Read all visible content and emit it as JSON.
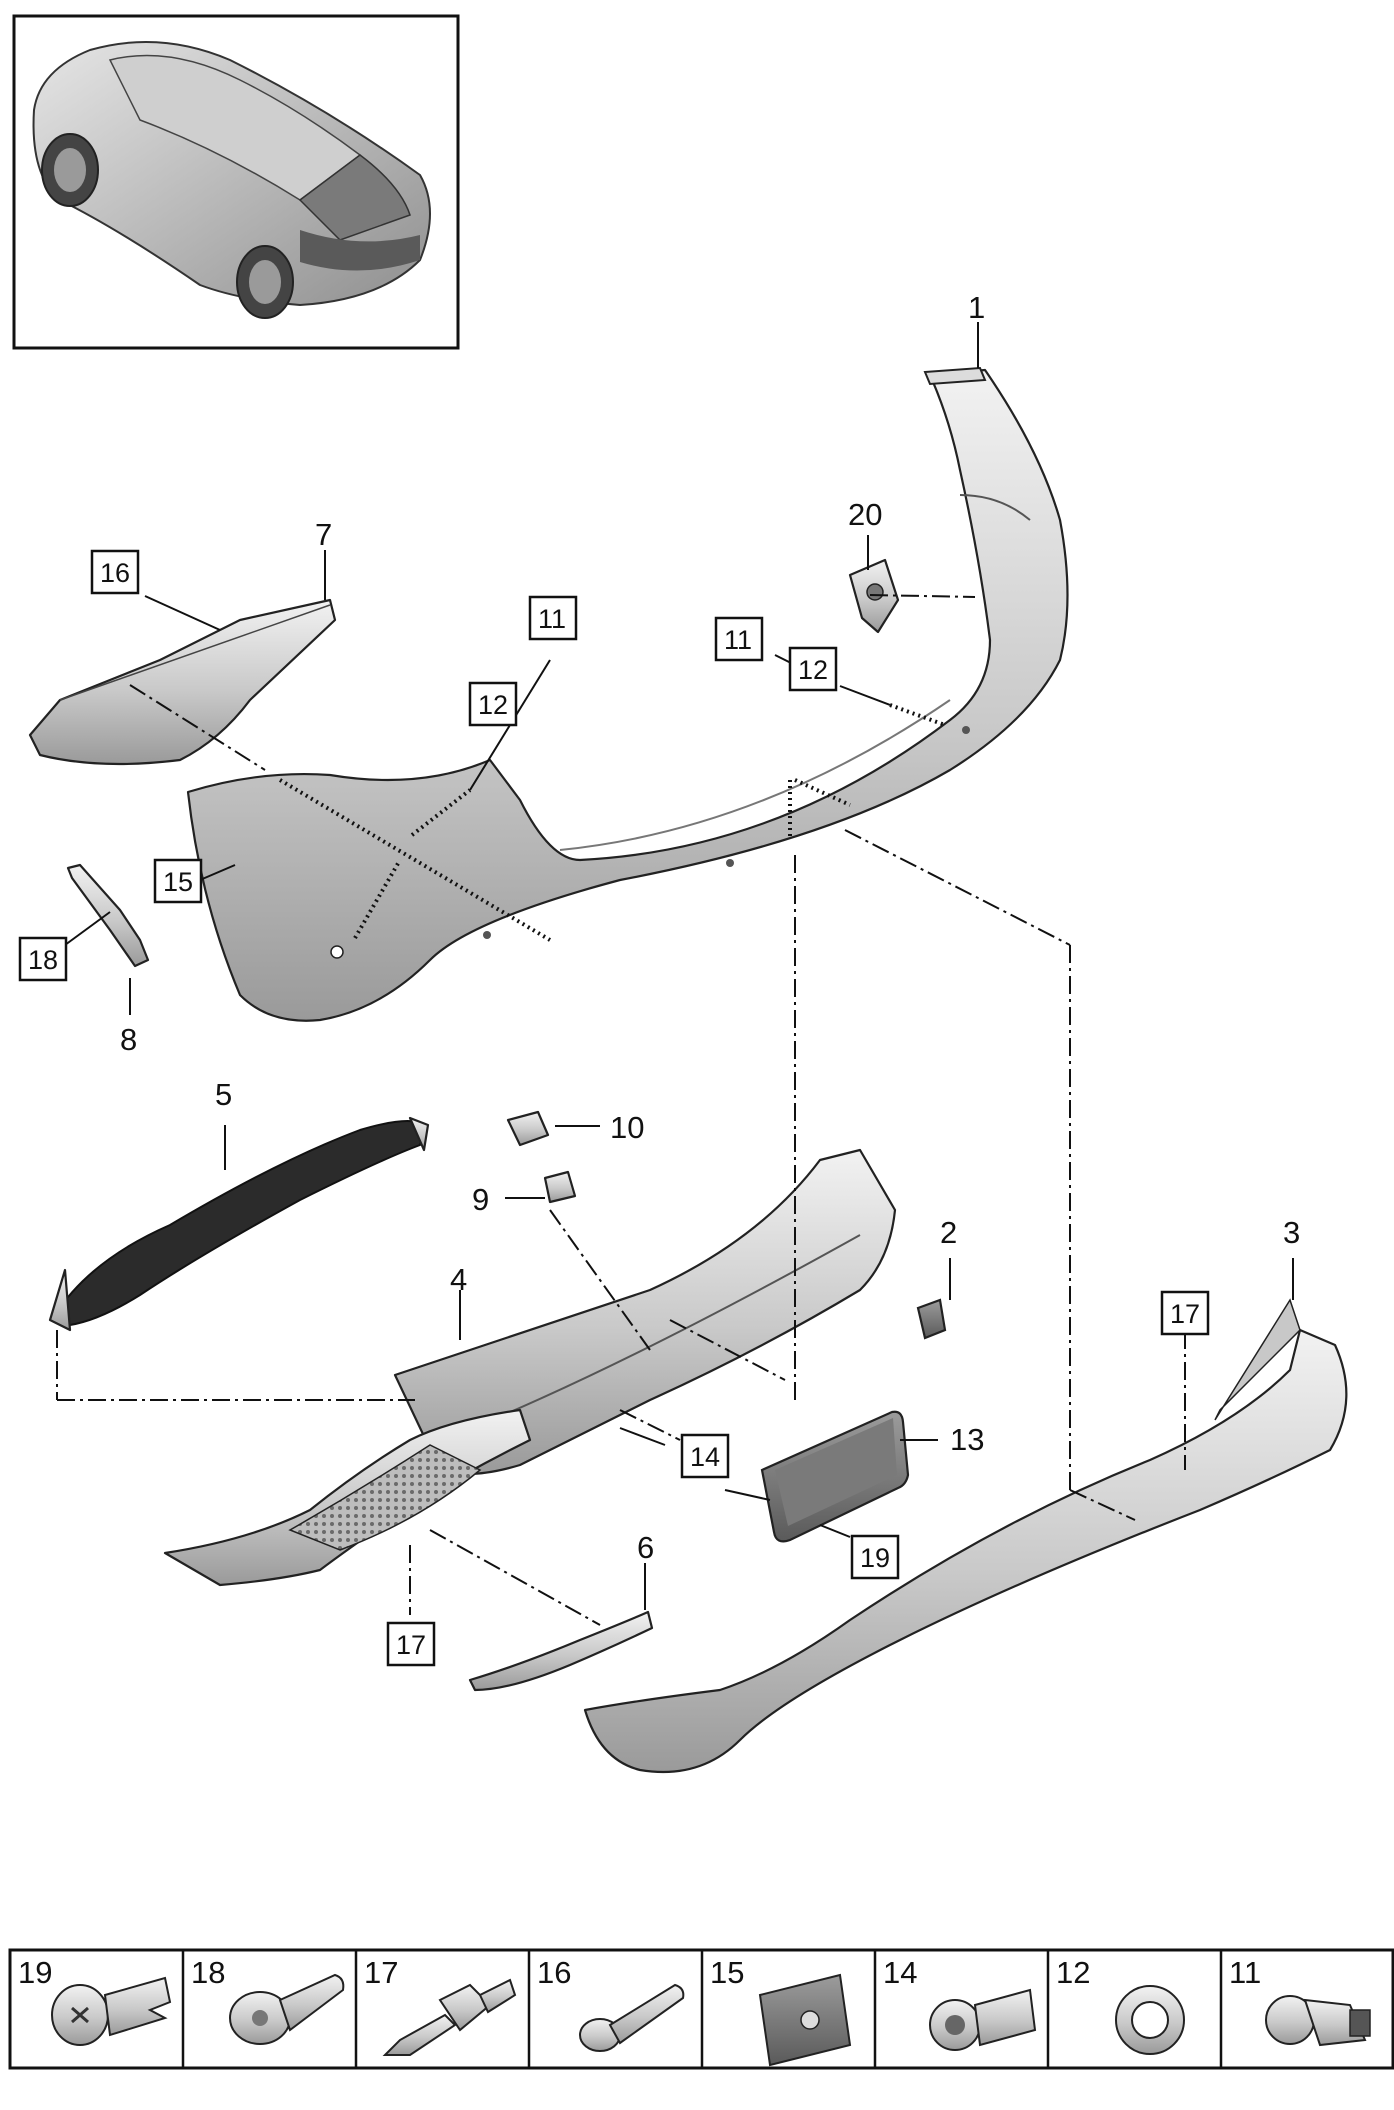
{
  "callouts": {
    "n1": "1",
    "n2": "2",
    "n3": "3",
    "n4": "4",
    "n5": "5",
    "n6": "6",
    "n7": "7",
    "n8": "8",
    "n9": "9",
    "n10": "10",
    "n13": "13",
    "n20": "20"
  },
  "boxed_callouts": {
    "b16": "16",
    "b11_left": "11",
    "b12_left": "12",
    "b11_right": "11",
    "b12_right": "12",
    "b15": "15",
    "b18": "18",
    "b17_right": "17",
    "b14": "14",
    "b19": "19",
    "b17_left": "17"
  },
  "legend": [
    {
      "number": "19",
      "icon": "screw-icon"
    },
    {
      "number": "18",
      "icon": "bolt-icon"
    },
    {
      "number": "17",
      "icon": "expansion-rivet-icon"
    },
    {
      "number": "16",
      "icon": "stud-bolt-icon"
    },
    {
      "number": "15",
      "icon": "spring-nut-icon"
    },
    {
      "number": "14",
      "icon": "grommet-icon"
    },
    {
      "number": "12",
      "icon": "sensor-ring-icon"
    },
    {
      "number": "11",
      "icon": "parking-sensor-icon"
    }
  ]
}
